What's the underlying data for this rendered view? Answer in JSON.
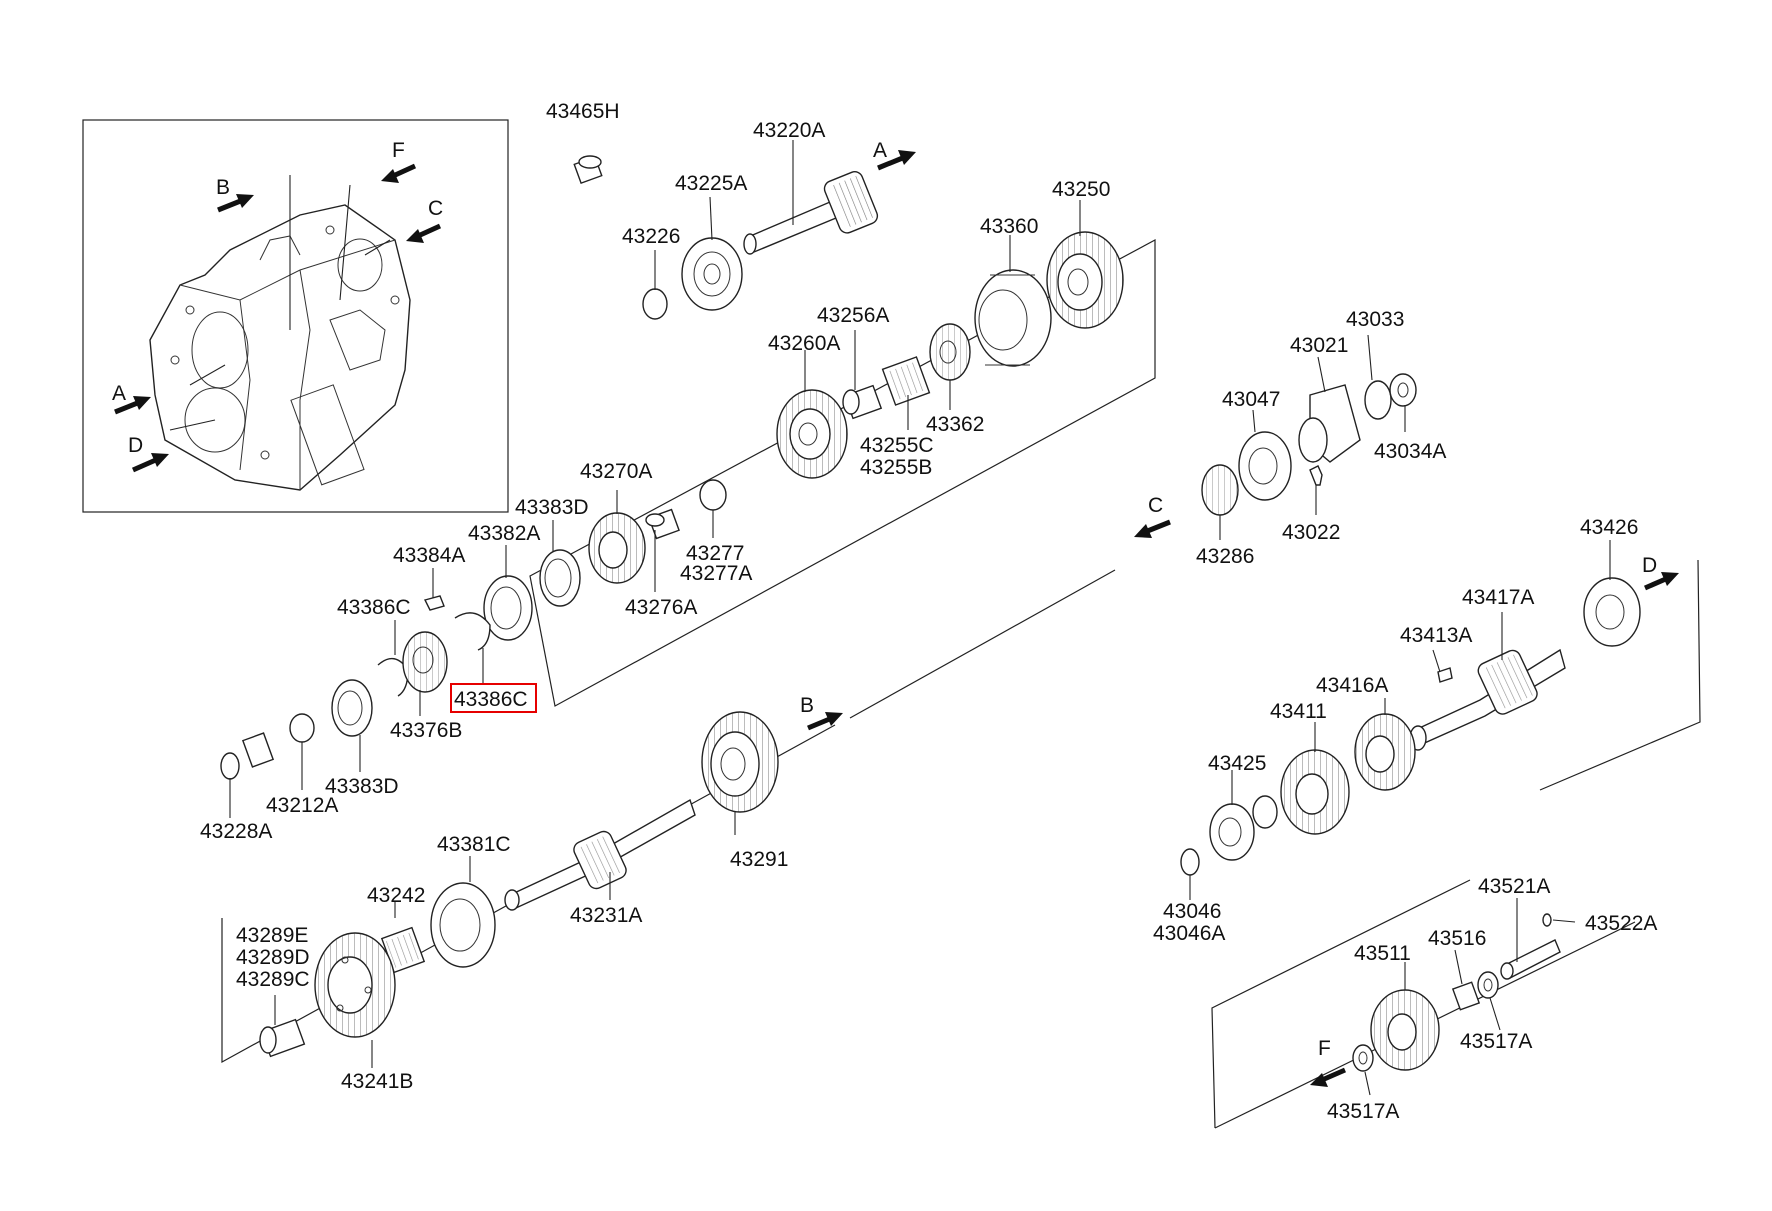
{
  "accent_color": "#e60000",
  "arrows": [
    "A",
    "A",
    "B",
    "B",
    "C",
    "C",
    "D",
    "D",
    "F",
    "F"
  ],
  "parts": [
    "43465H",
    "43220A",
    "43225A",
    "43226",
    "43250",
    "43360",
    "43256A",
    "43260A",
    "43255C",
    "43255B",
    "43362",
    "43270A",
    "43383D",
    "43382A",
    "43384A",
    "43277",
    "43277A",
    "43276A",
    "43386C",
    "43386C",
    "43376B",
    "43383D",
    "43212A",
    "43228A",
    "43381C",
    "43242",
    "43231A",
    "43291",
    "43289E",
    "43289D",
    "43289C",
    "43241B",
    "43033",
    "43021",
    "43047",
    "43034A",
    "43022",
    "43286",
    "43426",
    "43417A",
    "43413A",
    "43416A",
    "43411",
    "43425",
    "43046",
    "43046A",
    "43521A",
    "43522A",
    "43516",
    "43511",
    "43517A",
    "43517A"
  ],
  "highlighted_part_index": 19
}
